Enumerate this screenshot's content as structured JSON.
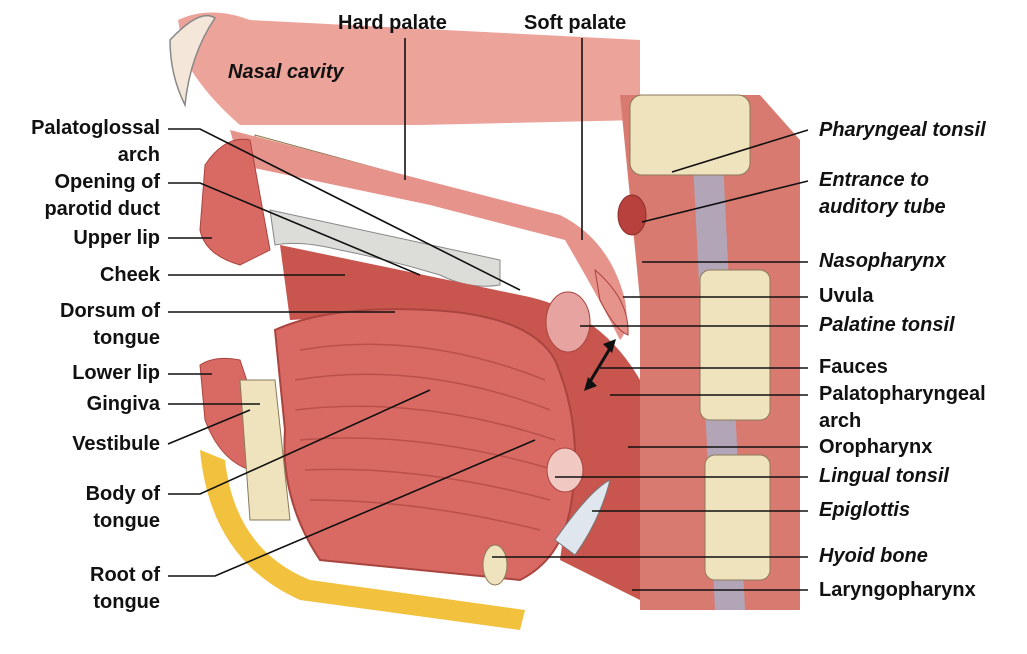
{
  "labels": {
    "hard_palate": "Hard palate",
    "soft_palate": "Soft palate",
    "nasal_cavity": "Nasal cavity",
    "palatoglossal_arch_1": "Palatoglossal",
    "palatoglossal_arch_2": "arch",
    "parotid_duct_1": "Opening of",
    "parotid_duct_2": "parotid duct",
    "upper_lip": "Upper lip",
    "cheek": "Cheek",
    "dorsum_1": "Dorsum of",
    "dorsum_2": "tongue",
    "lower_lip": "Lower lip",
    "gingiva": "Gingiva",
    "vestibule": "Vestibule",
    "body_1": "Body of",
    "body_2": "tongue",
    "root_1": "Root of",
    "root_2": "tongue",
    "pharyngeal_tonsil": "Pharyngeal tonsil",
    "auditory_tube_1": "Entrance to",
    "auditory_tube_2": "auditory tube",
    "nasopharynx": "Nasopharynx",
    "uvula": "Uvula",
    "palatine_tonsil": "Palatine tonsil",
    "fauces": "Fauces",
    "palatopharyngeal_1": "Palatopharyngeal",
    "palatopharyngeal_2": "arch",
    "oropharynx": "Oropharynx",
    "lingual_tonsil": "Lingual tonsil",
    "epiglottis": "Epiglottis",
    "hyoid_bone": "Hyoid bone",
    "laryngopharynx": "Laryngopharynx"
  },
  "colors": {
    "tissue": "#e8908a",
    "muscle": "#d96a63",
    "bone": "#efe3bd",
    "fat": "#f2c23e",
    "cavity": "#c9554f",
    "teeth": "#dcdcd8",
    "leader": "#111111"
  }
}
